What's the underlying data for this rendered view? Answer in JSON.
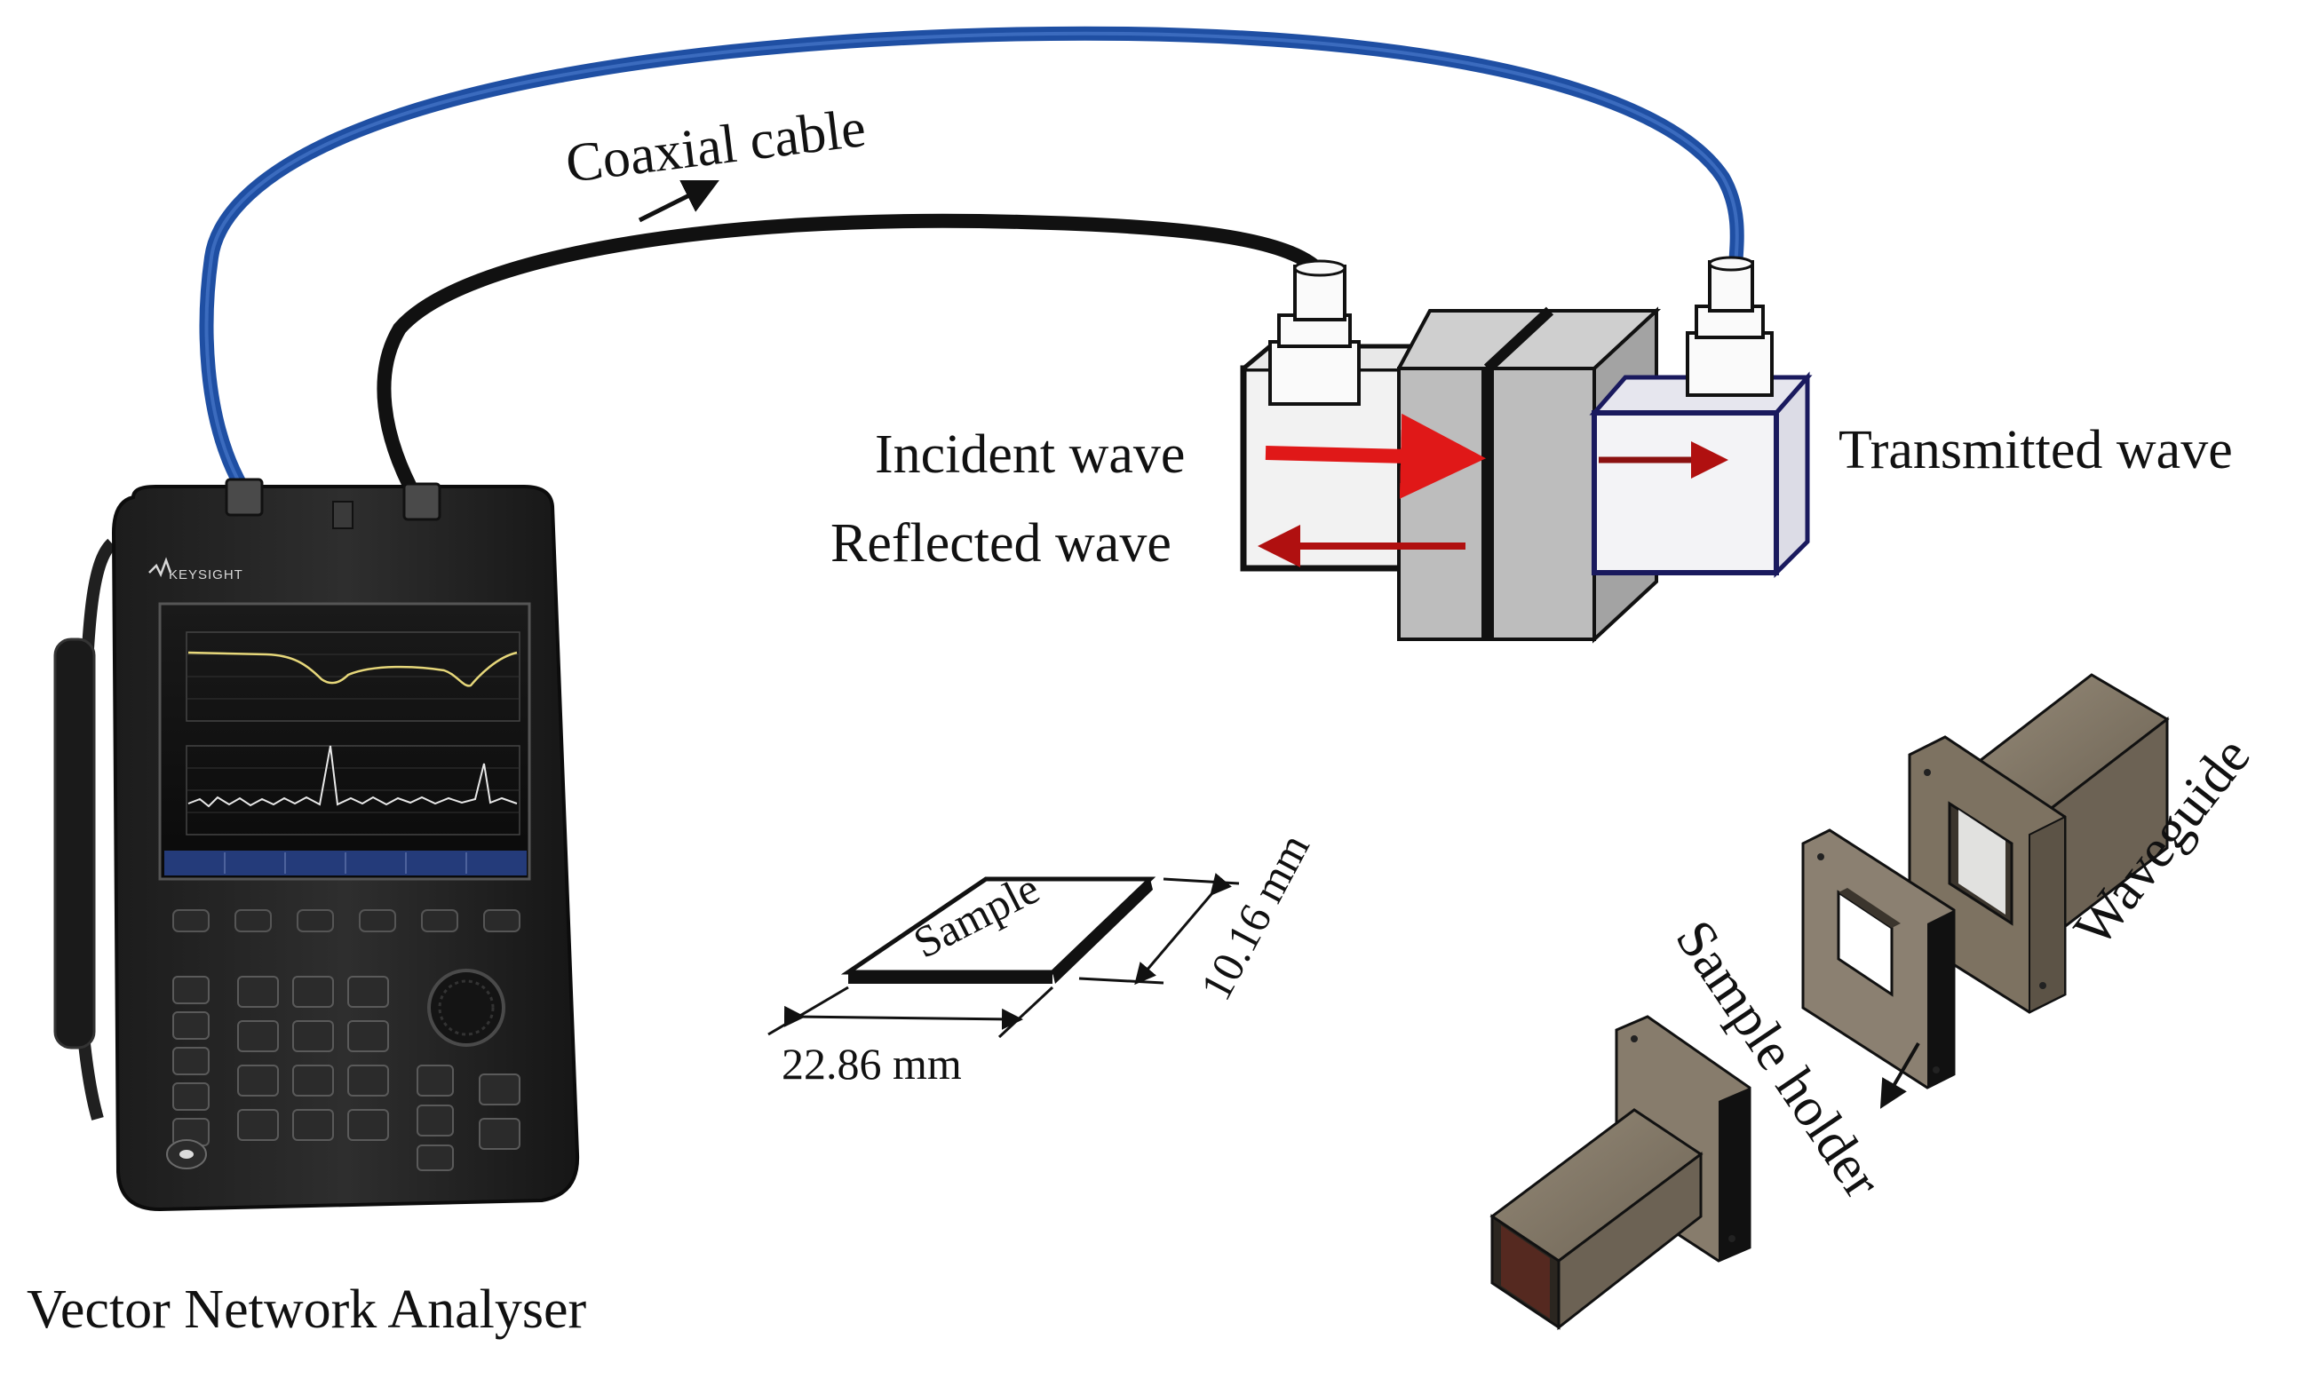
{
  "labels": {
    "coaxial_cable": "Coaxial cable",
    "incident_wave": "Incident wave",
    "reflected_wave": "Reflected wave",
    "transmitted_wave": "Transmitted wave",
    "vna": "Vector Network Analyser",
    "sample": "Sample",
    "sample_width": "22.86 mm",
    "sample_height": "10.16 mm",
    "sample_holder": "Sample holder",
    "waveguide": "Waveguide"
  },
  "device": {
    "brand": "KEYSIGHT"
  },
  "colors": {
    "blue_cable": "#1f4fa3",
    "black_cable": "#111111",
    "incident_arrow": "#e01818",
    "reflected_arrow": "#b01010",
    "transmitted_arrow": "#8b1010",
    "waveguide_body": "#807462",
    "holder_gray": "#bdbdbd",
    "box_outline_right": "#1a1a5e"
  }
}
